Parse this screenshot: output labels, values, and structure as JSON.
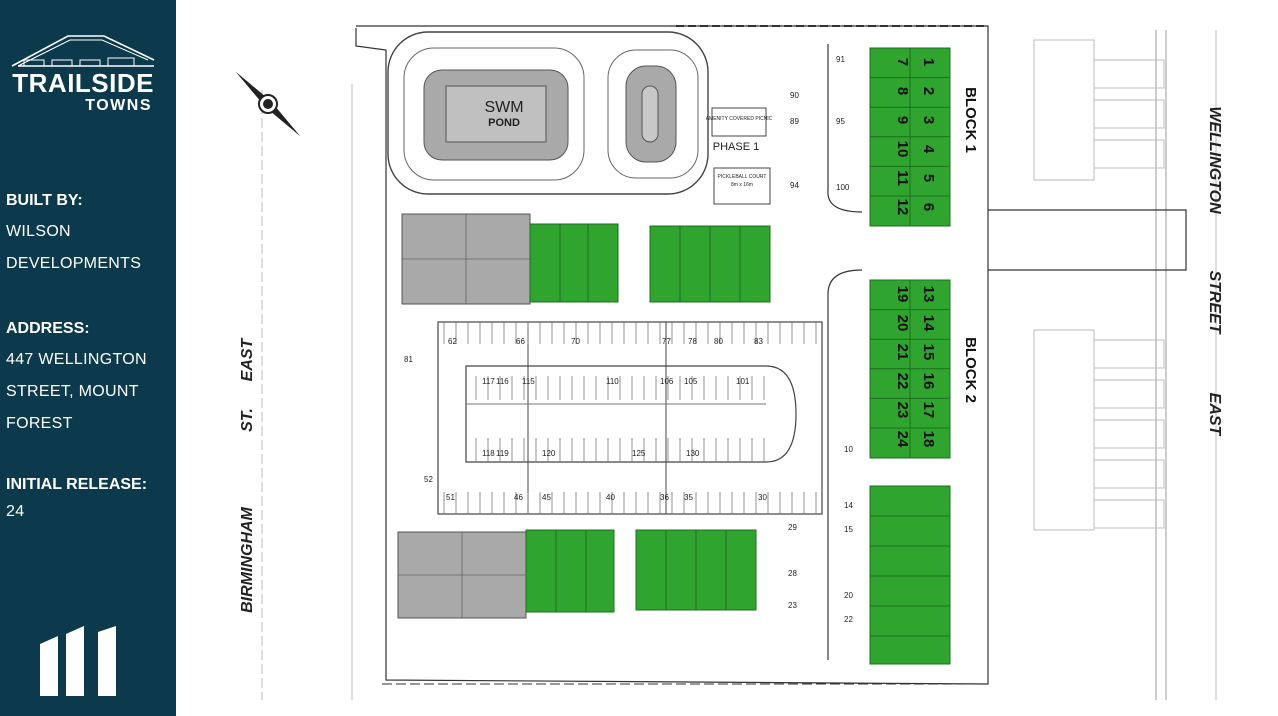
{
  "brand": {
    "title": "TRAILSIDE",
    "subtitle": "TOWNS"
  },
  "info": {
    "built_by_label": "BUILT BY:",
    "built_by_lines": [
      "WILSON",
      "DEVELOPMENTS"
    ],
    "address_label": "ADDRESS:",
    "address_lines": [
      "447 WELLINGTON",
      "STREET, MOUNT",
      "FOREST"
    ],
    "release_label": "INITIAL RELEASE:",
    "release_value": "24"
  },
  "plan": {
    "pond_label": "SWM",
    "pond_sub": "POND",
    "phase_label": "PHASE 1",
    "amenity_label": "AMENITY COVERED PICNIC",
    "pickleball_label": "PICKLEBALL COURT",
    "pickleball_dims": "8m x 16m",
    "block1_label": "BLOCK 1",
    "block2_label": "BLOCK 2",
    "street_left": [
      "BIRMINGHAM",
      "ST.",
      "EAST"
    ],
    "street_right": [
      "WELLINGTON",
      "STREET",
      "EAST"
    ],
    "block1_units": [
      [
        "1",
        "7"
      ],
      [
        "2",
        "8"
      ],
      [
        "3",
        "9"
      ],
      [
        "4",
        "10"
      ],
      [
        "5",
        "11"
      ],
      [
        "6",
        "12"
      ]
    ],
    "block2_units": [
      [
        "13",
        "19"
      ],
      [
        "14",
        "20"
      ],
      [
        "15",
        "21"
      ],
      [
        "16",
        "22"
      ],
      [
        "17",
        "23"
      ],
      [
        "18",
        "24"
      ]
    ],
    "parking_numbers": [
      "62",
      "66",
      "70",
      "77",
      "78",
      "80",
      "83",
      "81",
      "117",
      "116",
      "115",
      "110",
      "106",
      "105",
      "101",
      "118",
      "119",
      "120",
      "125",
      "130",
      "52",
      "51",
      "46",
      "45",
      "40",
      "36",
      "35",
      "30",
      "29",
      "28",
      "23",
      "22",
      "20",
      "15",
      "14",
      "10",
      "89",
      "90",
      "91",
      "94",
      "95",
      "100"
    ]
  },
  "colors": {
    "sidebar": "#0c3a4c",
    "unit_green": "#2fa52f",
    "unit_grey": "#a9a9a9"
  }
}
